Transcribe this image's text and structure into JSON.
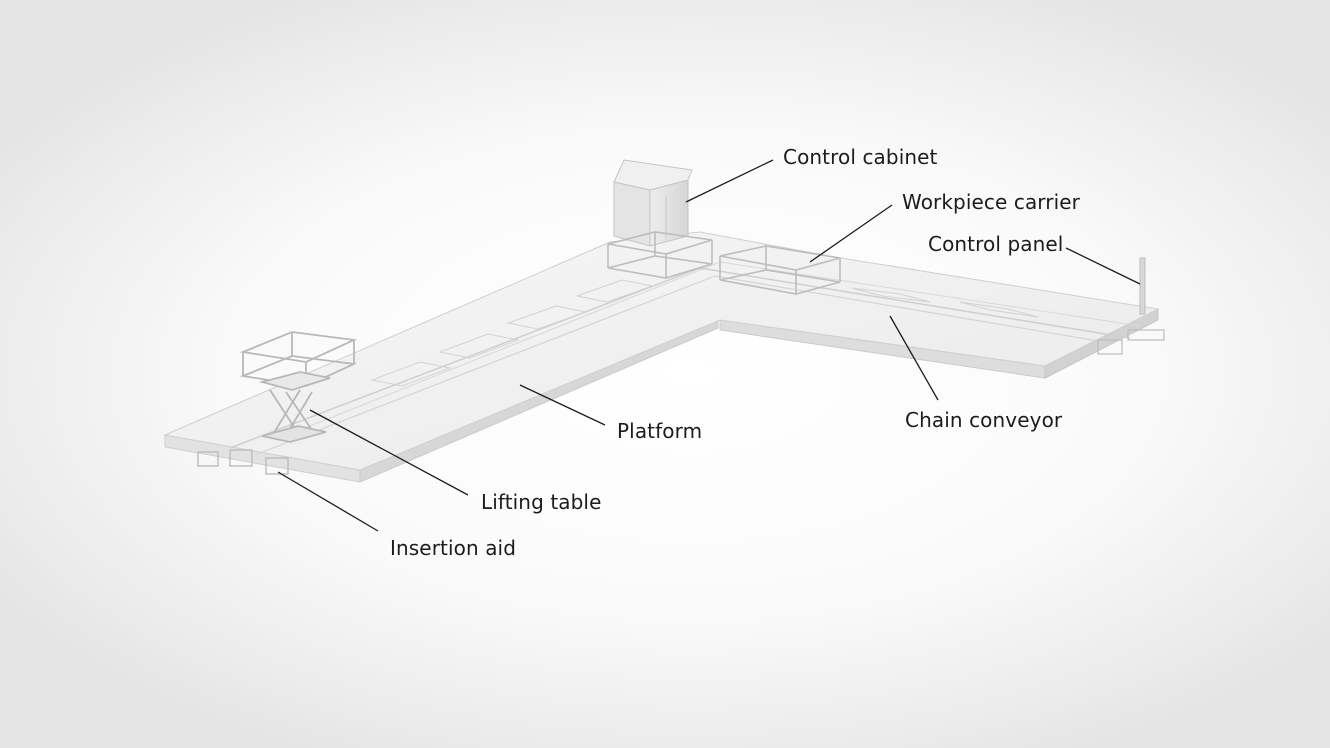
{
  "labels": {
    "control_cabinet": "Control cabinet",
    "workpiece_carrier": "Workpiece carrier",
    "control_panel": "Control panel",
    "platform": "Platform",
    "chain_conveyor": "Chain conveyor",
    "lifting_table": "Lifting table",
    "insertion_aid": "Insertion aid"
  },
  "colors": {
    "background": "#f4f4f4",
    "platform_top": "#f1f1f1",
    "platform_side": "#dcdcdc",
    "label_text": "#1c1c1c",
    "leader_line": "#1c1c1c"
  }
}
